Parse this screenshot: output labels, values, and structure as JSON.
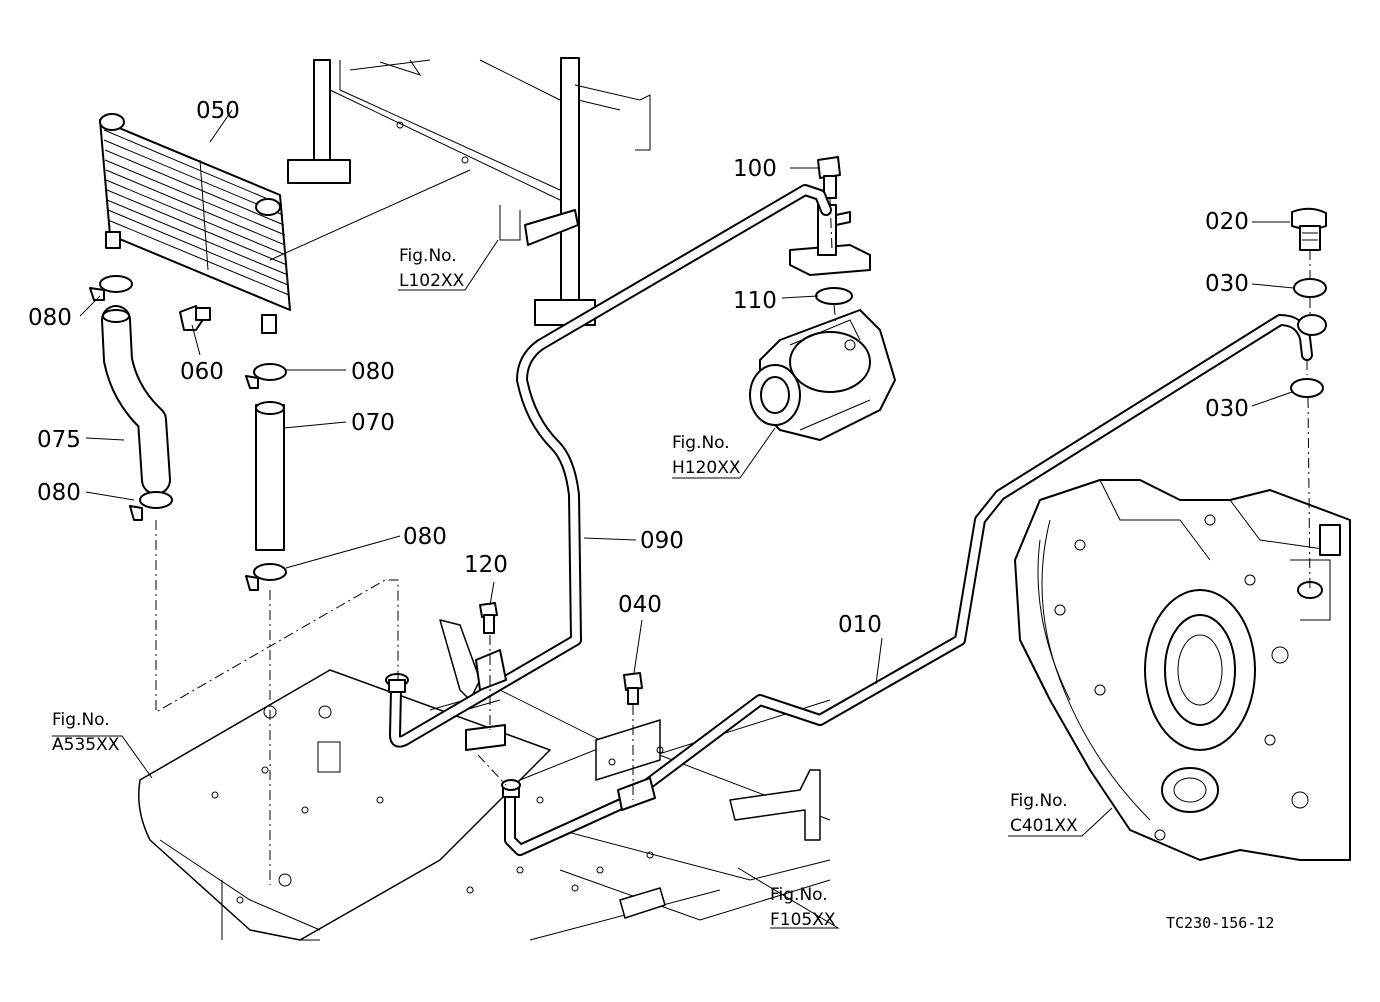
{
  "parts": {
    "p010": "010",
    "p020": "020",
    "p030a": "030",
    "p030b": "030",
    "p040": "040",
    "p050": "050",
    "p060": "060",
    "p070": "070",
    "p075": "075",
    "p080a": "080",
    "p080b": "080",
    "p080c": "080",
    "p080d": "080",
    "p090": "090",
    "p100": "100",
    "p110": "110",
    "p120": "120"
  },
  "figure_refs": {
    "l102": {
      "label": "Fig.No.",
      "code": "L102XX"
    },
    "h120": {
      "label": "Fig.No.",
      "code": "H120XX"
    },
    "a535": {
      "label": "Fig.No.",
      "code": "A535XX"
    },
    "c401": {
      "label": "Fig.No.",
      "code": "C401XX"
    },
    "f105": {
      "label": "Fig.No.",
      "code": "F105XX"
    }
  },
  "drawing_code": "TC230-156-12"
}
